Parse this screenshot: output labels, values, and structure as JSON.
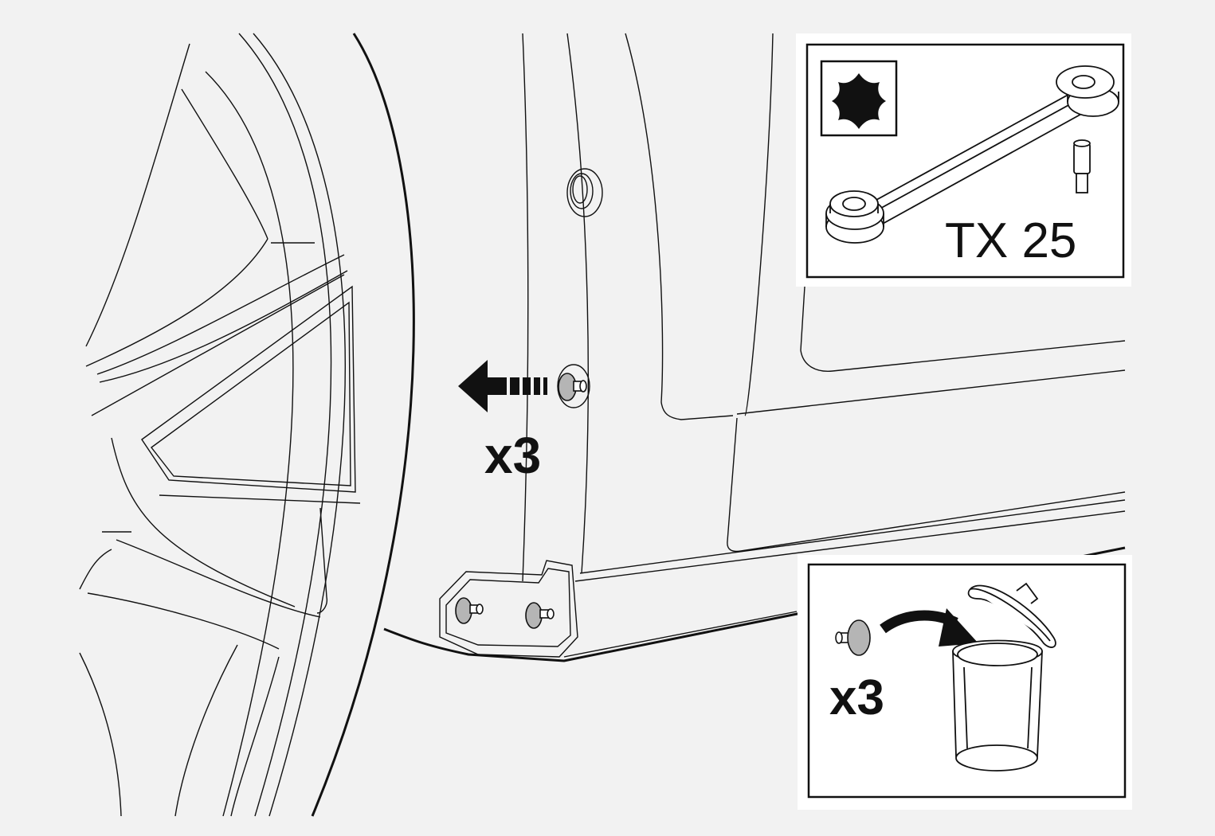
{
  "removal_step": {
    "count_label": "x3"
  },
  "tool_panel": {
    "tool_label": "TX 25",
    "bit_icon": "torx-star-icon",
    "tool_icon": "torx-wrench-icon"
  },
  "disposal_panel": {
    "count_label": "x3",
    "icon": "trash-bin-icon"
  },
  "colors": {
    "background": "#f2f2f2",
    "line": "#111111",
    "panel_fill": "#ffffff",
    "clip_fill": "#b5b5b5"
  }
}
